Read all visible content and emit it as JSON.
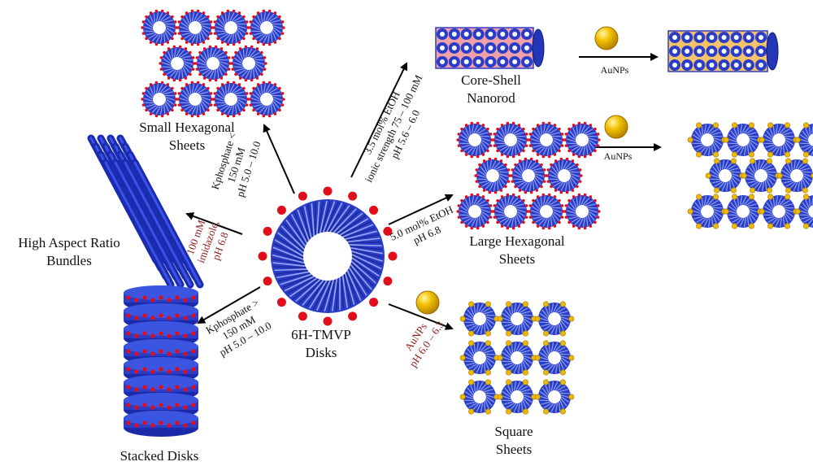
{
  "colors": {
    "protein_blue": "#2a3dc8",
    "light_blue": "#8fa0f0",
    "red_bead": "#e00d1a",
    "gold": "#f0b800",
    "arrow": "#000000",
    "condition_red": "#8b1a1a"
  },
  "center": {
    "label_line1": "6H-TMVP",
    "label_line2": "Disks"
  },
  "products": {
    "small_hex": {
      "line1": "Small Hexagonal",
      "line2": "Sheets"
    },
    "bundles": {
      "line1": "High Aspect Ratio",
      "line2": "Bundles"
    },
    "stacked": {
      "line1": "Stacked Disks"
    },
    "nanorod": {
      "line1": "Core-Shell",
      "line2": "Nanorod"
    },
    "large_hex": {
      "line1": "Large Hexagonal",
      "line2": "Sheets"
    },
    "square": {
      "line1": "Square",
      "line2": "Sheets"
    }
  },
  "conditions": {
    "small_hex": [
      "Kphosphate <",
      "150 mM",
      "pH 5.0 – 10.0"
    ],
    "bundles": [
      "100 mM",
      "imidazole,",
      "pH 6.8"
    ],
    "stacked": [
      "Kphosphate >",
      "150 mM",
      "pH 5.0 – 10.0"
    ],
    "nanorod": [
      "3.5 mol% EtOH",
      "ionic strength 75 – 100 mM",
      "pH 5.6 – 6.0"
    ],
    "large_hex": [
      "5.0 mol% EtOH",
      "pH 6.8"
    ],
    "square": [
      "AuNPs",
      "pH 6.0 – 6.3"
    ]
  },
  "au_labels": {
    "nanorod": "AuNPs",
    "large_hex": "AuNPs"
  },
  "icons": [
    "tmv-disk-icon",
    "gold-nanoparticle-icon",
    "nanorod-icon",
    "bundle-icon",
    "stacked-disks-icon"
  ]
}
